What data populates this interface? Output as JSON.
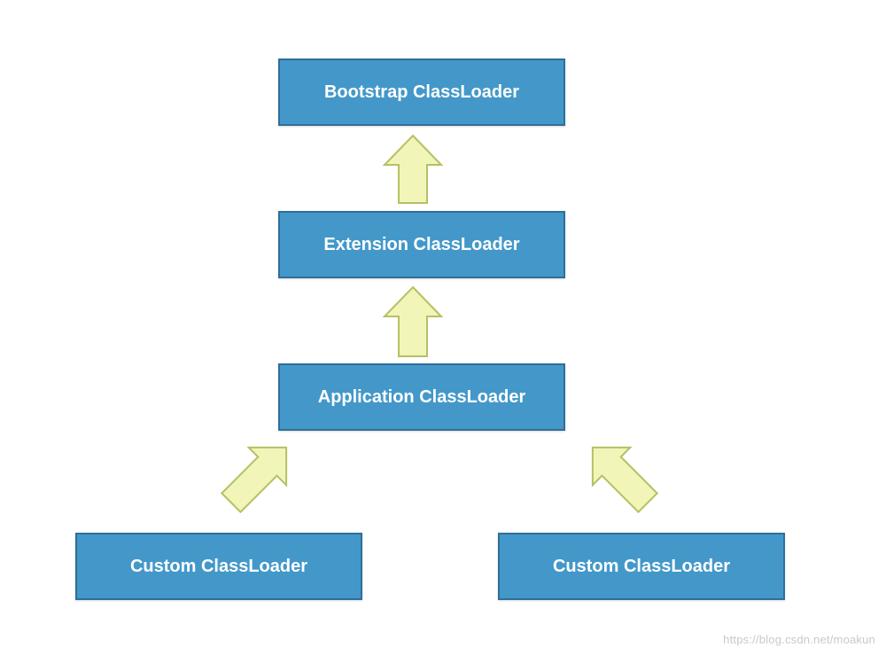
{
  "diagram": {
    "nodes": [
      {
        "id": "bootstrap",
        "label": "Bootstrap ClassLoader"
      },
      {
        "id": "extension",
        "label": "Extension ClassLoader"
      },
      {
        "id": "application",
        "label": "Application ClassLoader"
      },
      {
        "id": "custom_left",
        "label": "Custom ClassLoader"
      },
      {
        "id": "custom_right",
        "label": "Custom ClassLoader"
      }
    ],
    "edges": [
      {
        "from": "extension",
        "to": "bootstrap"
      },
      {
        "from": "application",
        "to": "extension"
      },
      {
        "from": "custom_left",
        "to": "application"
      },
      {
        "from": "custom_right",
        "to": "application"
      }
    ],
    "colors": {
      "box_fill": "#4398c9",
      "box_border": "#2f6f98",
      "box_text": "#ffffff",
      "arrow_fill": "#f2f5b8",
      "arrow_stroke": "#b7c063"
    }
  },
  "watermark": "https://blog.csdn.net/moakun"
}
